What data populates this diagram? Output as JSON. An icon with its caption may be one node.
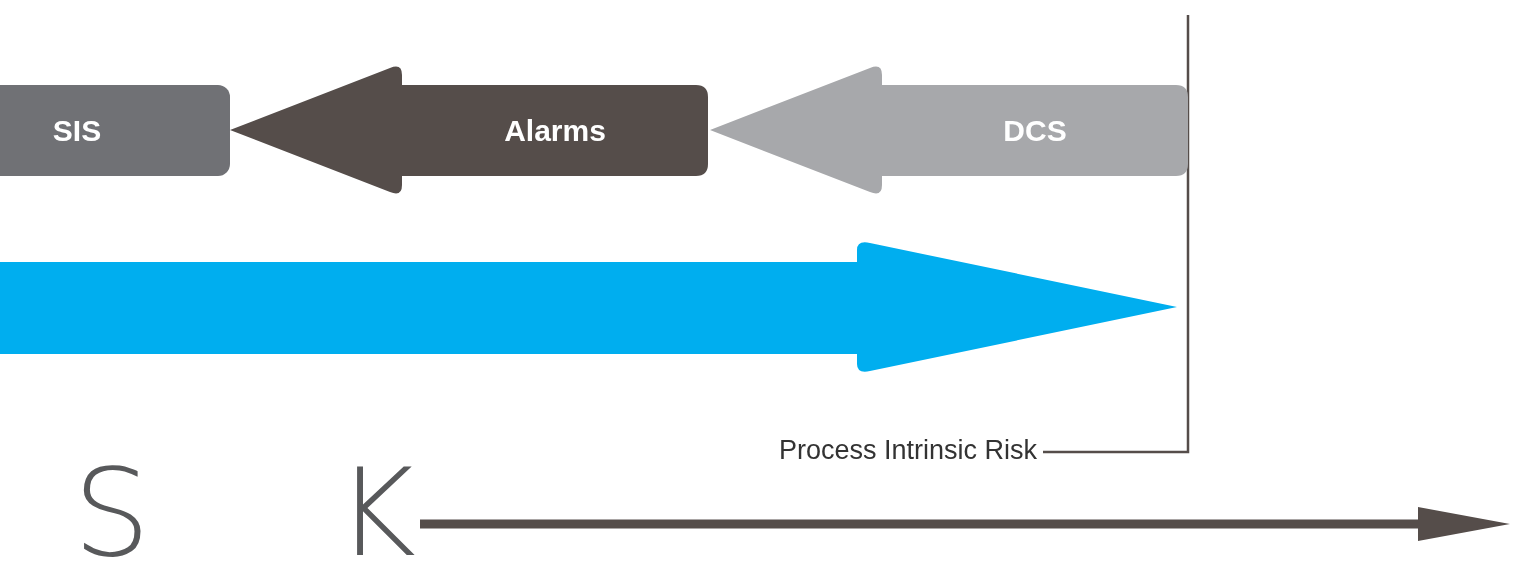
{
  "diagram": {
    "nodes": [
      {
        "text": [
          "SIS"
        ]
      },
      {
        "text": [
          "Alarms"
        ]
      },
      {
        "text": [
          "DCS"
        ]
      }
    ],
    "labels": [
      "Process Intrinsic Risk",
      "S",
      "K"
    ]
  }
}
